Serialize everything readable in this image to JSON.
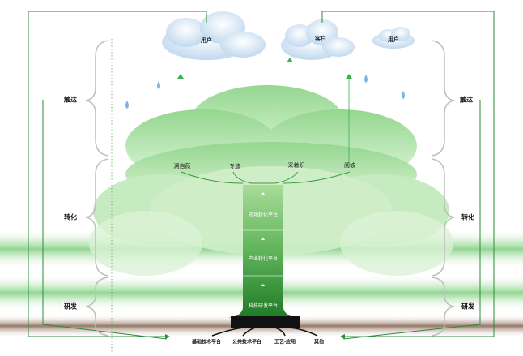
{
  "clouds": [
    {
      "label": "用户"
    },
    {
      "label": "客户"
    },
    {
      "label": "用户"
    }
  ],
  "left_stages": [
    {
      "label": "触达"
    },
    {
      "label": "转化"
    },
    {
      "label": "研发"
    }
  ],
  "right_stages": [
    {
      "label": "触达"
    },
    {
      "label": "转化"
    },
    {
      "label": "研发"
    }
  ],
  "branches": [
    {
      "label": "洞自薇"
    },
    {
      "label": "专迪"
    },
    {
      "label": "采着织"
    },
    {
      "label": "阅坡"
    }
  ],
  "trunk": [
    {
      "label": "市场转化平台"
    },
    {
      "label": "产业转化平台"
    },
    {
      "label": "科技研发平台"
    }
  ],
  "roots": [
    {
      "label": "基础技术平台"
    },
    {
      "label": "公共技术平台"
    },
    {
      "label": "工艺·应用"
    },
    {
      "label": "其他"
    }
  ],
  "colors": {
    "canopy": "#8fd48a",
    "trunk_dark": "#2d8a2d",
    "frame_line": "#2e8b3a",
    "bracket": "#c0c0c0",
    "cloud": "#c9ddf0",
    "drop": "#7fb4dc",
    "ground": "#8a6a55"
  }
}
